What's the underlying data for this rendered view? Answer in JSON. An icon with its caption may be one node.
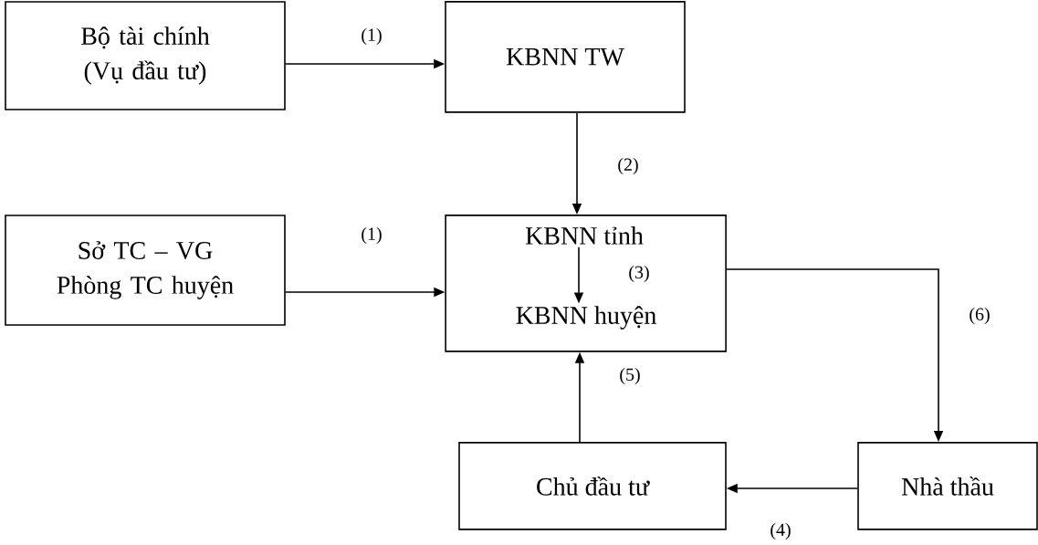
{
  "diagram": {
    "nodes": [
      {
        "text": [
          "Bộ tài chính (Vụ đầu tư)"
        ]
      },
      {
        "text": [
          "KBNN TW"
        ]
      },
      {
        "text": [
          "Sở TC – VG Phòng TC huyện"
        ]
      },
      {
        "text": [],
        "shape": "box"
      },
      {
        "text": [
          "KBNN tỉnh"
        ],
        "in": 3
      },
      {
        "text": [
          "KBNN huyện"
        ],
        "in": 3
      },
      {
        "text": [
          "Chủ đầu tư"
        ]
      },
      {
        "text": [
          "Nhà thầu"
        ]
      }
    ],
    "edges": [
      {
        "from": 0,
        "to": 1,
        "arrow": "to",
        "label": "(1)"
      },
      {
        "from": 1,
        "to": 3,
        "arrow": "to",
        "label": "(2)"
      },
      {
        "from": 2,
        "to": 3,
        "arrow": "to",
        "label": "(1)"
      },
      {
        "from": 4,
        "to": 5,
        "arrow": "to",
        "label": "(3)"
      },
      {
        "from": 7,
        "to": 6,
        "arrow": "to",
        "label": "(4)"
      },
      {
        "from": 6,
        "to": 3,
        "arrow": "to",
        "label": "(5)"
      },
      {
        "from": 3,
        "to": 7,
        "arrow": "to",
        "label": "(6)"
      }
    ]
  }
}
